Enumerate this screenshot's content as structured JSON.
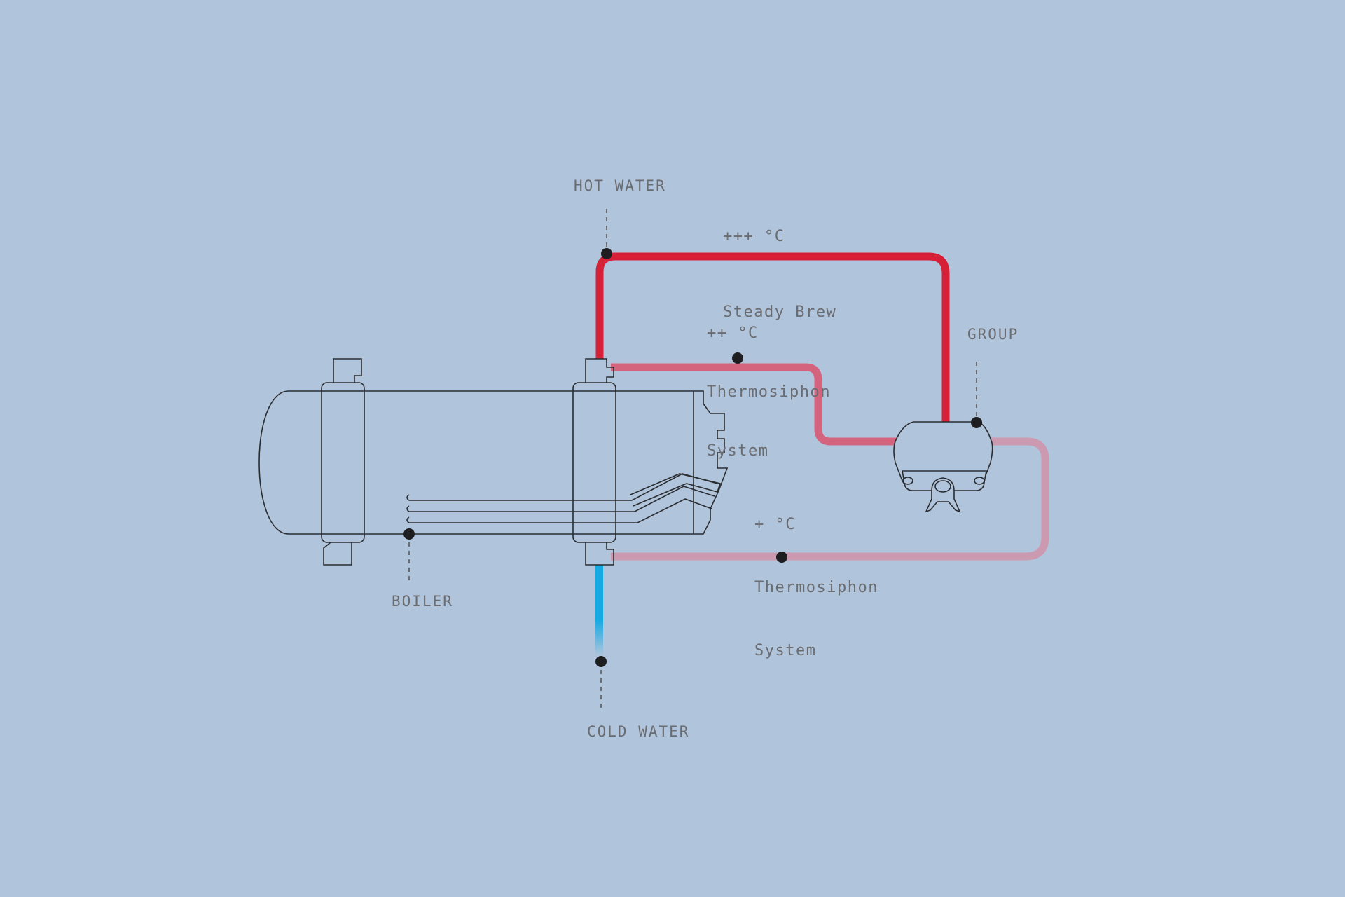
{
  "labels": {
    "hot_water": "HOT WATER",
    "boiler": "BOILER",
    "cold_water": "COLD WATER",
    "group": "GROUP"
  },
  "notes": {
    "steady_brew": {
      "temp": "+++ °C",
      "text": "Steady Brew"
    },
    "thermosiphon_upper": {
      "temp": "++ °C",
      "line1": "Thermosiphon",
      "line2": "System"
    },
    "thermosiphon_lower": {
      "temp": "+ °C",
      "line1": "Thermosiphon",
      "line2": "System"
    }
  },
  "colors": {
    "background": "#b0c4dc",
    "hot_pipe": "#d62038",
    "upper_loop_pipe": "#d4637e",
    "lower_loop_pipe": "#cc9ab0",
    "cold_pipe": "#1aa8e0",
    "outline": "#2a2c30",
    "dot": "#1e1e20",
    "label_text": "#6a6c70"
  }
}
